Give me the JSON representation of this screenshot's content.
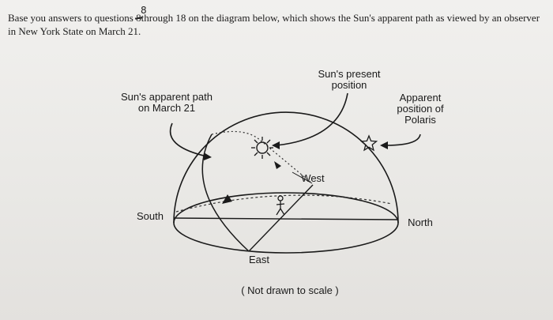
{
  "question": {
    "handwritten_number": "8",
    "prefix": "Base you answers to questions",
    "struck_number": "8",
    "suffix": "through 18 on the diagram below, which shows the Sun's apparent path as viewed by an observer in New York State on March 21."
  },
  "diagram": {
    "labels": {
      "suns_present_position": "Sun's present position",
      "suns_apparent_path": "Sun's apparent path on March 21",
      "apparent_position_polaris": "Apparent position of Polaris",
      "west": "West",
      "south": "South",
      "north": "North",
      "east": "East",
      "scale_note": "( Not drawn to scale )"
    }
  }
}
